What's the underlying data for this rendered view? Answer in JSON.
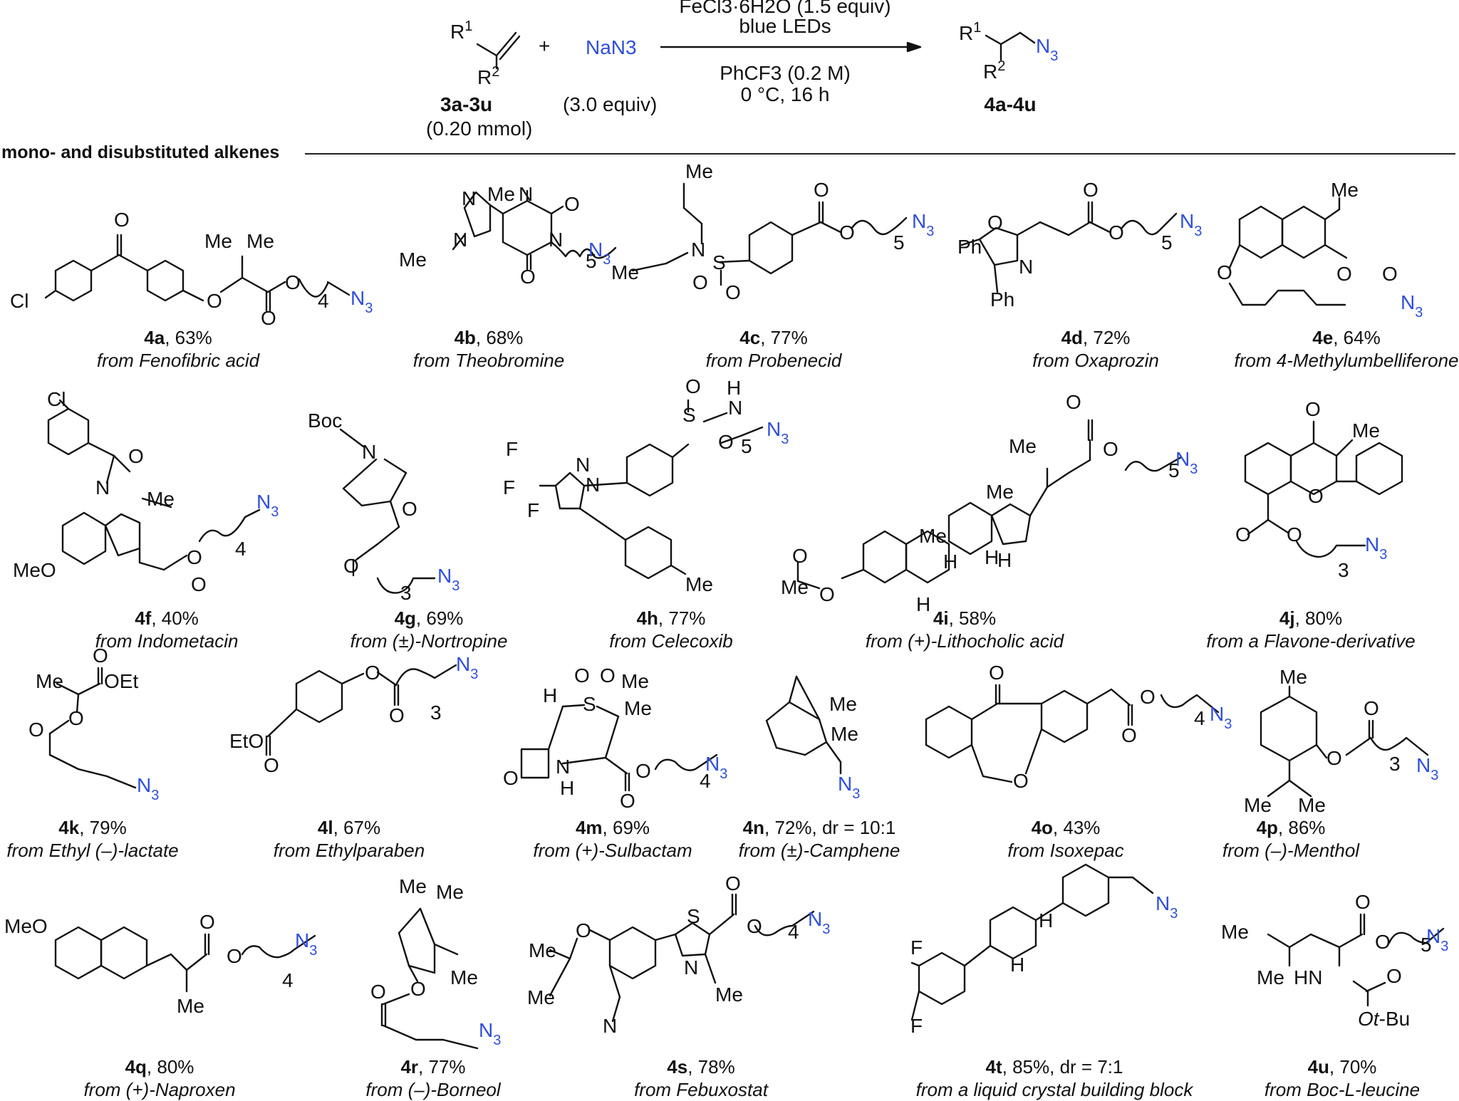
{
  "reaction": {
    "substrate_label": "3a-3u",
    "substrate_amount": "(0.20 mmol)",
    "reagent": "NaN3",
    "reagent_equiv": "(3.0 equiv)",
    "conditions_above": [
      "FeCl3·6H2O (1.5 equiv)",
      "blue LEDs"
    ],
    "conditions_below": [
      "PhCF3 (0.2 M)",
      "0 °C, 16 h"
    ],
    "product_label": "4a-4u",
    "plus": "+"
  },
  "section_title": "mono- and disubstituted alkenes",
  "compounds": [
    {
      "id": "4a",
      "yield": ", 63%",
      "source": "from Fenofibric acid"
    },
    {
      "id": "4b",
      "yield": ", 68%",
      "source": "from Theobromine"
    },
    {
      "id": "4c",
      "yield": ", 77%",
      "source": "from Probenecid"
    },
    {
      "id": "4d",
      "yield": ", 72%",
      "source": "from Oxaprozin"
    },
    {
      "id": "4e",
      "yield": ", 64%",
      "source": "from 4-Methylumbelliferone"
    },
    {
      "id": "4f",
      "yield": ", 40%",
      "source": "from Indometacin"
    },
    {
      "id": "4g",
      "yield": ", 69%",
      "source": "from (±)-Nortropine"
    },
    {
      "id": "4h",
      "yield": ", 77%",
      "source": "from Celecoxib"
    },
    {
      "id": "4i",
      "yield": ", 58%",
      "source": "from (+)-Lithocholic acid"
    },
    {
      "id": "4j",
      "yield": ", 80%",
      "source": "from a Flavone-derivative"
    },
    {
      "id": "4k",
      "yield": ", 79%",
      "source": "from Ethyl (–)-lactate"
    },
    {
      "id": "4l",
      "yield": ", 67%",
      "source": "from Ethylparaben"
    },
    {
      "id": "4m",
      "yield": ", 69%",
      "source": "from (+)-Sulbactam"
    },
    {
      "id": "4n",
      "yield": ", 72%, dr = 10:1",
      "source": "from (±)-Camphene"
    },
    {
      "id": "4o",
      "yield": ", 43%",
      "source": "from Isoxepac"
    },
    {
      "id": "4p",
      "yield": ", 86%",
      "source": "from (–)-Menthol"
    },
    {
      "id": "4q",
      "yield": ", 80%",
      "source": "from (+)-Naproxen"
    },
    {
      "id": "4r",
      "yield": ", 77%",
      "source": "from (–)-Borneol"
    },
    {
      "id": "4s",
      "yield": ", 78%",
      "source": "from Febuxostat"
    },
    {
      "id": "4t",
      "yield": ", 85%, dr = 7:1",
      "source": "from a liquid crystal building block"
    },
    {
      "id": "4u",
      "yield": ", 70%",
      "source": "from Boc-L-leucine"
    }
  ],
  "colors": {
    "azide": "#2f4fd8",
    "ink": "#111111"
  }
}
